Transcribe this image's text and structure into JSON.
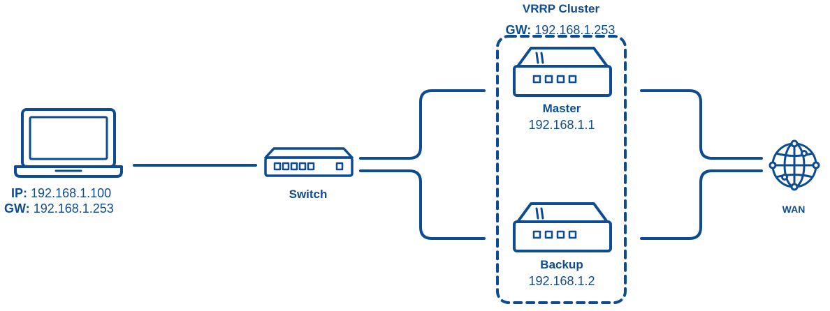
{
  "colors": {
    "primary": "#0e4c92",
    "background": "#ffffff"
  },
  "cluster": {
    "title": "VRRP Cluster",
    "gw_label": "GW:",
    "gw_value": "192.168.1.253"
  },
  "laptop": {
    "icon": "laptop-icon",
    "ip_label": "IP:",
    "ip_value": "192.168.1.100",
    "gw_label": "GW:",
    "gw_value": "192.168.1.253"
  },
  "switch": {
    "icon": "switch-icon",
    "label": "Switch"
  },
  "master": {
    "icon": "router-icon",
    "label": "Master",
    "ip": "192.168.1.1"
  },
  "backup": {
    "icon": "router-icon",
    "label": "Backup",
    "ip": "192.168.1.2"
  },
  "wan": {
    "icon": "globe-icon",
    "label": "WAN"
  }
}
